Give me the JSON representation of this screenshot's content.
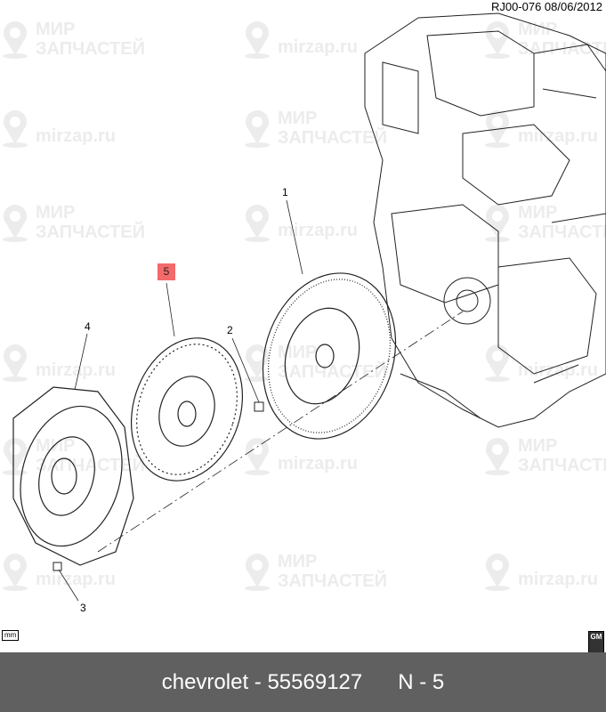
{
  "header": {
    "ref": "RJ00-076  08/06/2012"
  },
  "watermark": {
    "line1": "МИР",
    "line2": "ЗАПЧАСТЕЙ",
    "site": "mirzap.ru"
  },
  "callouts": [
    {
      "label": "1"
    },
    {
      "label": "2"
    },
    {
      "label": "3"
    },
    {
      "label": "4"
    },
    {
      "label": "5",
      "highlight_color": "#f26a6a"
    }
  ],
  "badges": {
    "units": "mm",
    "brand": "GM"
  },
  "footer": {
    "brand": "chevrolet",
    "part_number": "55569127",
    "position": "N - 5",
    "background": "#606060"
  }
}
